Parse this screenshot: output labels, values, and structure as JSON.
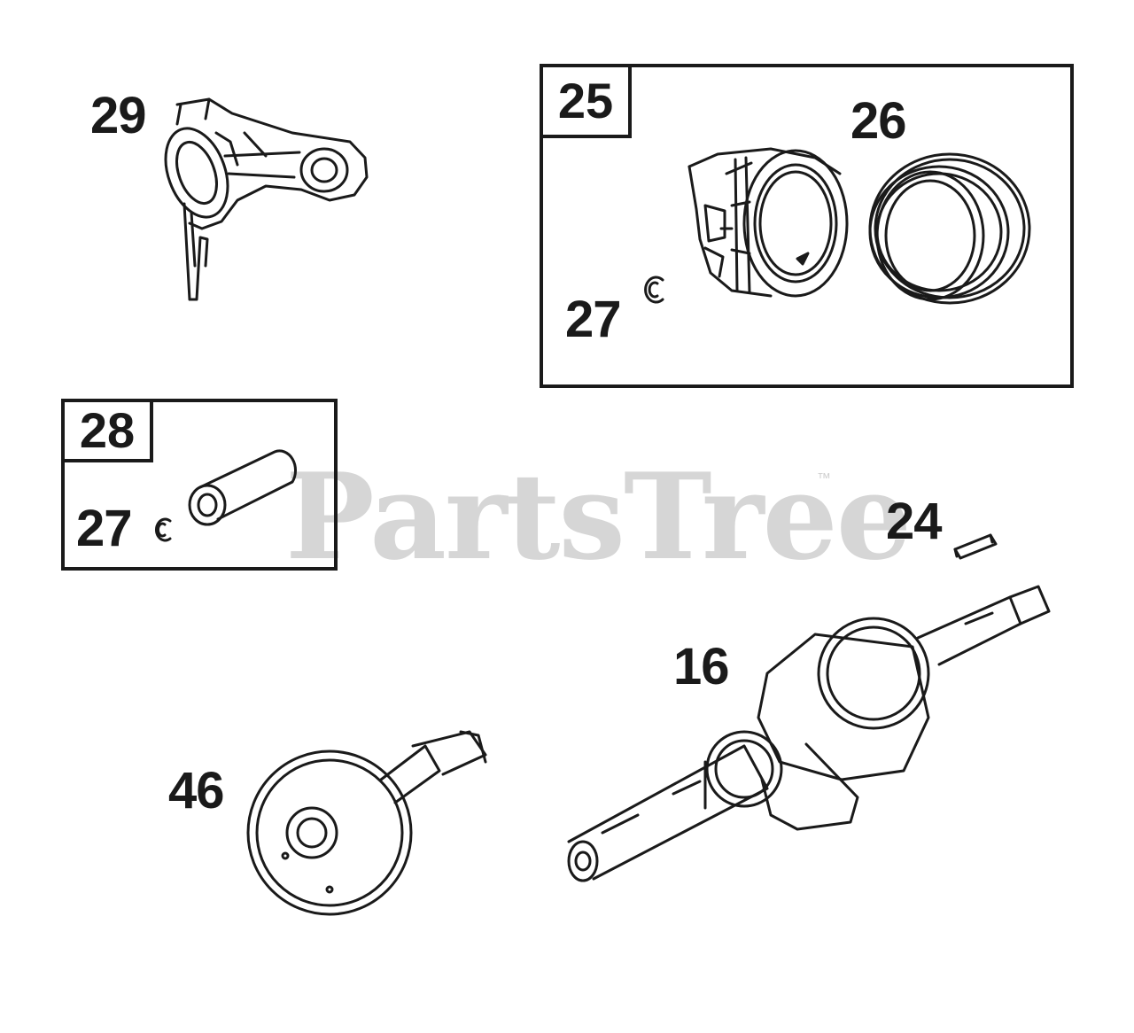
{
  "watermark": {
    "text": "PartsTree",
    "mark": "™"
  },
  "callouts": {
    "c29": "29",
    "c26": "26",
    "c27a": "27",
    "c27b": "27",
    "c24": "24",
    "c16": "16",
    "c46": "46"
  },
  "boxes": {
    "box25": {
      "tag": "25"
    },
    "box28": {
      "tag": "28"
    }
  },
  "parts": [
    {
      "ref": "29",
      "icon": "connecting-rod-icon"
    },
    {
      "ref": "25",
      "icon": "piston-assembly-icon"
    },
    {
      "ref": "26",
      "icon": "piston-rings-icon"
    },
    {
      "ref": "27",
      "icon": "retainer-clip-icon"
    },
    {
      "ref": "28",
      "icon": "piston-pin-icon"
    },
    {
      "ref": "24",
      "icon": "flywheel-key-icon"
    },
    {
      "ref": "16",
      "icon": "crankshaft-icon"
    },
    {
      "ref": "46",
      "icon": "camshaft-icon"
    }
  ]
}
